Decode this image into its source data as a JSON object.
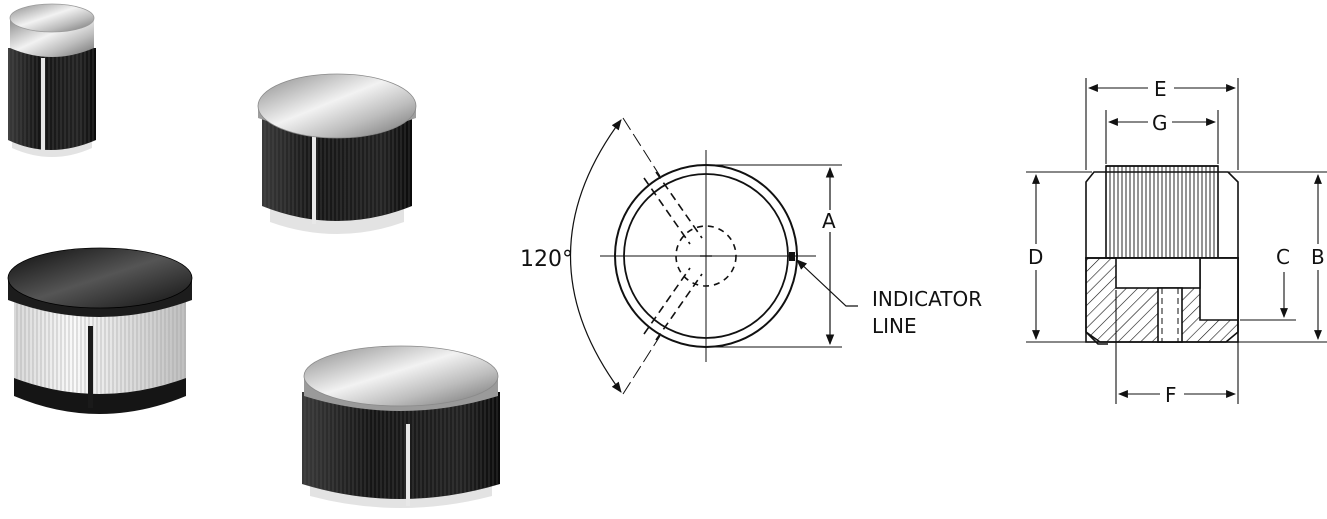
{
  "knobs": [
    {
      "name": "small-tall-knob"
    },
    {
      "name": "medium-knob"
    },
    {
      "name": "large-silver-skirt-knob"
    },
    {
      "name": "wide-knob"
    }
  ],
  "front_view": {
    "angle_label": "120°",
    "dim_a_label": "A",
    "indicator_label_line1": "INDICATOR",
    "indicator_label_line2": "LINE"
  },
  "section_view": {
    "dim_e_label": "E",
    "dim_g_label": "G",
    "dim_d_label": "D",
    "dim_c_label": "C",
    "dim_b_label": "B",
    "dim_f_label": "F"
  },
  "colors": {
    "ink": "#111111",
    "knob_dark": "#1c1c1c",
    "knob_silver": "#c9c9c9",
    "skirt_light": "#e6e6e6"
  }
}
